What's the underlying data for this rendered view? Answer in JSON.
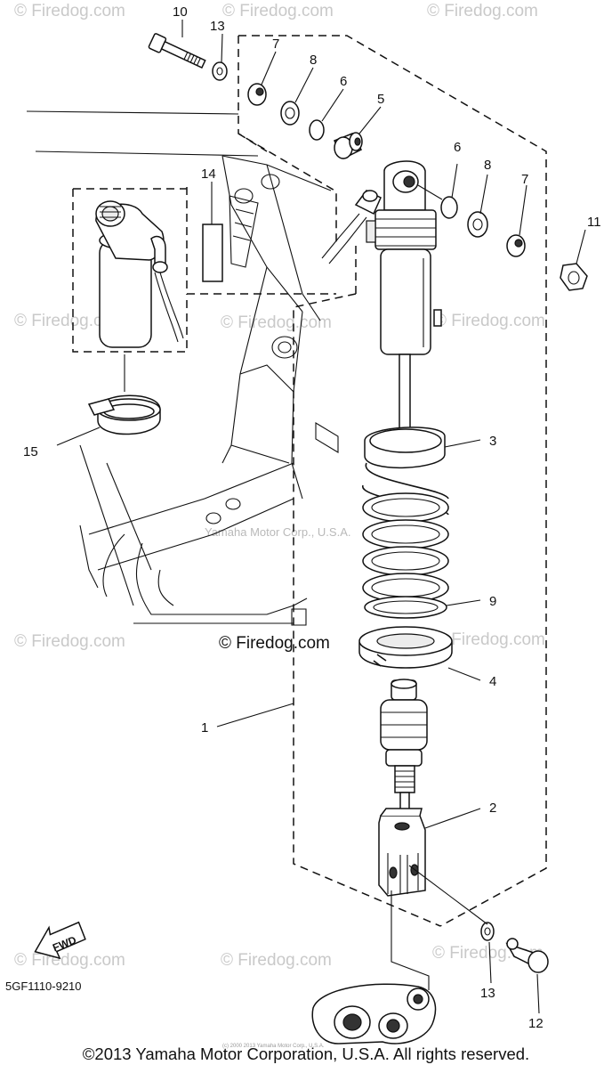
{
  "diagram": {
    "part_code": "5GF1110-9210",
    "copyright": "©2013 Yamaha Motor Corporation, U.S.A. All rights reserved.",
    "fwd_label": "FWD",
    "watermarks": {
      "firedog": "© Firedog.com",
      "yamaha_center": "Yamaha Motor Corp., U.S.A.",
      "small_center": "(c) 2000 2013 Yamaha Motor Corp., U.S.A."
    },
    "callouts": [
      "10",
      "13",
      "7",
      "8",
      "6",
      "5",
      "6",
      "8",
      "7",
      "11",
      "14",
      "15",
      "3",
      "9",
      "4",
      "1",
      "2",
      "13",
      "12"
    ]
  },
  "colors": {
    "ink": "#111111",
    "watermark": "#c9c9c9",
    "background": "#ffffff"
  }
}
